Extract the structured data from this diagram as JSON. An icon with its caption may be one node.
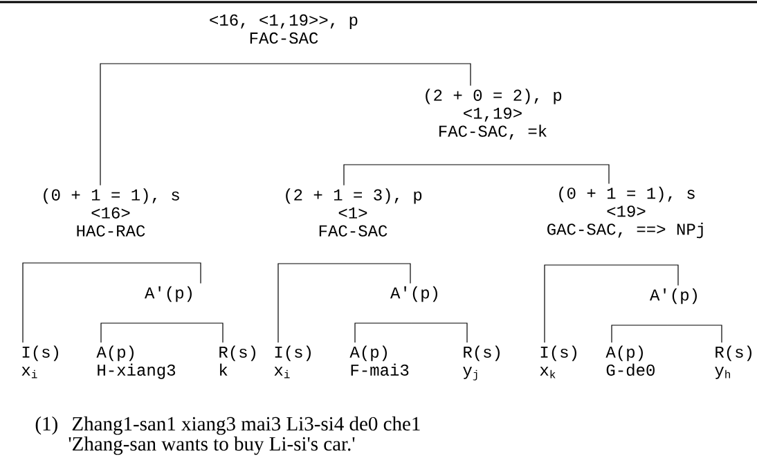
{
  "diagram": {
    "nodes": [
      {
        "text": [
          "<16, <1,19>>, p",
          "FAC-SAC"
        ]
      },
      {
        "text": [
          "(0 + 1 = 1), s",
          "<16>",
          "HAC-RAC"
        ]
      },
      {
        "text": [
          "(2 + 0 = 2), p",
          "<1,19>",
          "FAC-SAC, =k"
        ]
      },
      {
        "text": [
          "(2 + 1 = 3), p",
          "<1>",
          "FAC-SAC"
        ]
      },
      {
        "text": [
          "(0 + 1 = 1), s",
          "<19>",
          "GAC-SAC, ==> NPj"
        ]
      },
      {
        "text": [
          "I(s)",
          "x$_{i}$"
        ]
      },
      {
        "text": [
          "A'(p)"
        ]
      },
      {
        "text": [
          "A(p)",
          "H-xiang3"
        ]
      },
      {
        "text": [
          "R(s)",
          "k"
        ]
      },
      {
        "text": [
          "I(s)",
          "x$_{i}$"
        ]
      },
      {
        "text": [
          "A'(p)"
        ]
      },
      {
        "text": [
          "A(p)",
          "F-mai3"
        ]
      },
      {
        "text": [
          "R(s)",
          "y$_{j}$"
        ]
      },
      {
        "text": [
          "I(s)",
          "x$_{k}$"
        ]
      },
      {
        "text": [
          "A'(p)"
        ]
      },
      {
        "text": [
          "A(p)",
          "G-de0"
        ]
      },
      {
        "text": [
          "R(s)",
          "y$_{h}$"
        ]
      }
    ],
    "edges": [
      {
        "from": 0,
        "to": 1,
        "arrow": "none"
      },
      {
        "from": 0,
        "to": 2,
        "arrow": "none"
      },
      {
        "from": 2,
        "to": 3,
        "arrow": "none"
      },
      {
        "from": 2,
        "to": 4,
        "arrow": "none"
      },
      {
        "from": 1,
        "to": 5,
        "arrow": "none"
      },
      {
        "from": 1,
        "to": 6,
        "arrow": "none"
      },
      {
        "from": 6,
        "to": 7,
        "arrow": "none"
      },
      {
        "from": 6,
        "to": 8,
        "arrow": "none"
      },
      {
        "from": 3,
        "to": 9,
        "arrow": "none"
      },
      {
        "from": 3,
        "to": 10,
        "arrow": "none"
      },
      {
        "from": 10,
        "to": 11,
        "arrow": "none"
      },
      {
        "from": 10,
        "to": 12,
        "arrow": "none"
      },
      {
        "from": 4,
        "to": 13,
        "arrow": "none"
      },
      {
        "from": 4,
        "to": 14,
        "arrow": "none"
      },
      {
        "from": 14,
        "to": 15,
        "arrow": "none"
      },
      {
        "from": 14,
        "to": 16,
        "arrow": "none"
      }
    ],
    "labels": [
      "(1)",
      "Zhang1-san1 xiang3 mai3 Li3-si4 de0 che1",
      "'Zhang-san wants to buy Li-si's car.'"
    ]
  }
}
